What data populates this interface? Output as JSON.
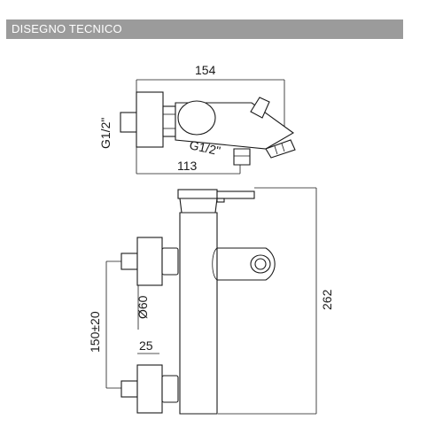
{
  "header": {
    "title": "DISEGNO TECNICO",
    "bar_color": "#9b9b9b"
  },
  "top_view": {
    "dim_total_width": "154",
    "dim_wall_to_spout": "113",
    "thread_wall": "G1/2\"",
    "thread_outlet": "G1/2\""
  },
  "front_view": {
    "dim_height": "262",
    "dim_centers": "150±20",
    "dim_diameter": "Ø60",
    "dim_depth": "25"
  }
}
